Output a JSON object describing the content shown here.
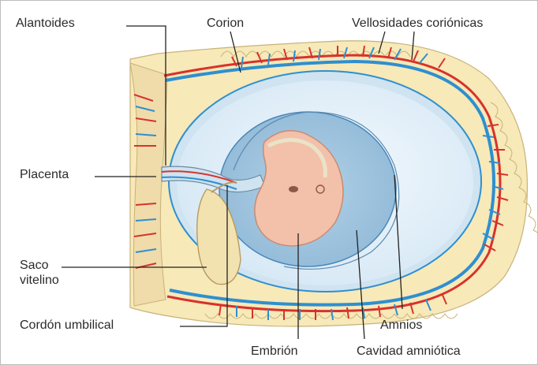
{
  "labels": {
    "alantoides": "Alantoides",
    "corion": "Corion",
    "vellosidades": "Vellosidades coriónicas",
    "placenta": "Placenta",
    "saco_line1": "Saco",
    "saco_line2": "vitelino",
    "cordon": "Cordón umbilical",
    "amnios": "Amnios",
    "embrion": "Embrión",
    "cavidad": "Cavidad amniótica"
  },
  "colors": {
    "tissue": "#f7e9b8",
    "tissue_edge": "#c9b27a",
    "membrane_blue": "#2e8fd0",
    "vessel_red": "#d8322b",
    "inner_lining": "#cfe3f0",
    "cavity_light": "#e8f2fa",
    "amnion_cavity": "#9ec3de",
    "embryo": "#f3c0aa",
    "embryo_edge": "#c98a72",
    "yolk_sac": "#f2e2b0",
    "leader_line": "#222222"
  }
}
